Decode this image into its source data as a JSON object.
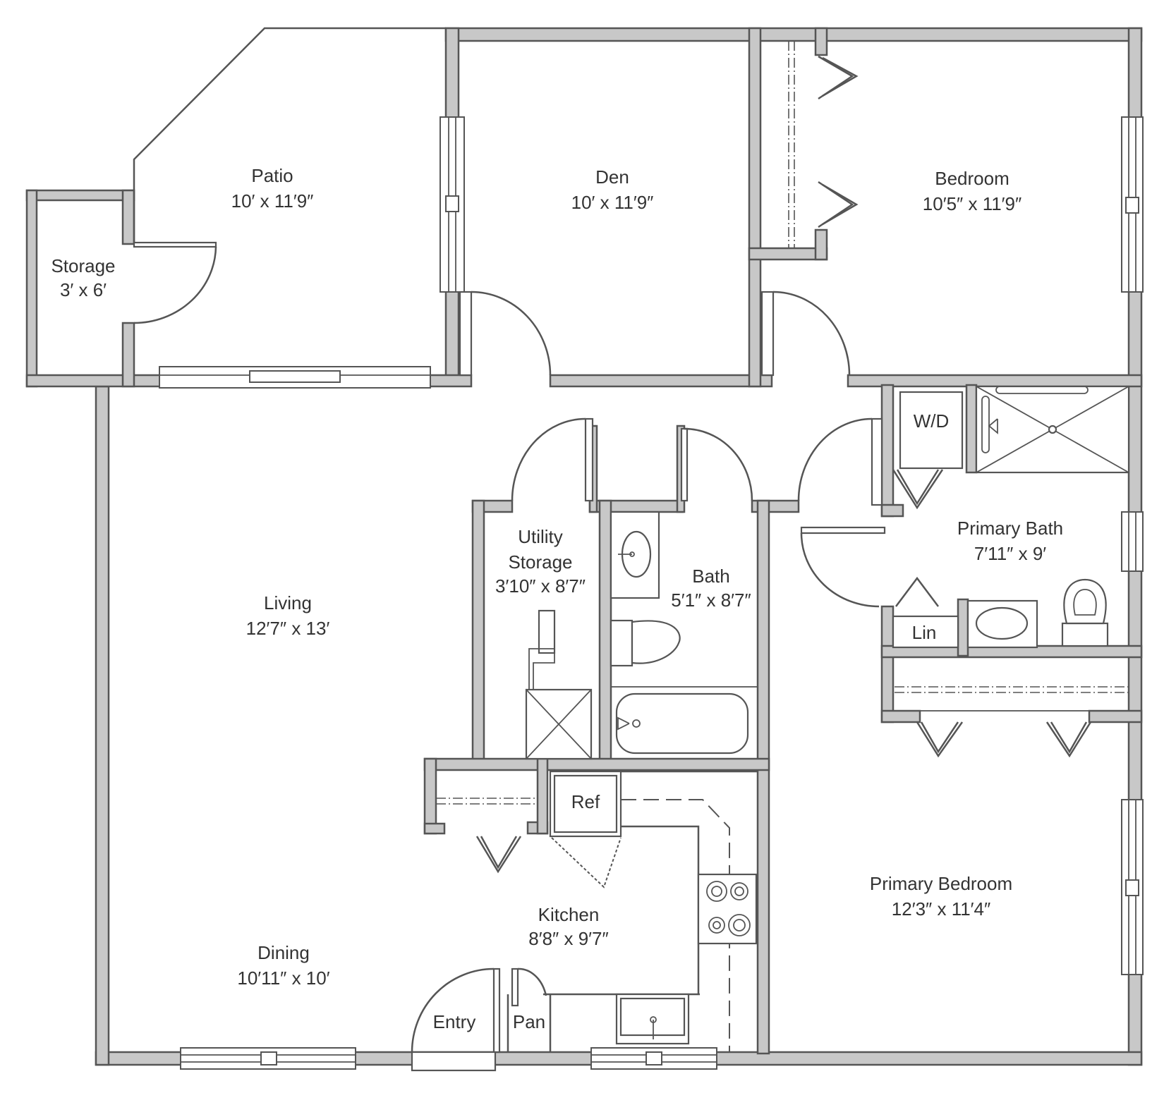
{
  "rooms": {
    "patio": {
      "name": "Patio",
      "size": "10′ x 11′9″"
    },
    "den": {
      "name": "Den",
      "size": "10′ x 11′9″"
    },
    "bedroom": {
      "name": "Bedroom",
      "size": "10′5″ x 11′9″"
    },
    "storage": {
      "name": "Storage",
      "size": "3′ x 6′"
    },
    "living": {
      "name": "Living",
      "size": "12′7″ x 13′"
    },
    "utility_storage": {
      "name_line1": "Utility",
      "name_line2": "Storage",
      "size": "3′10″ x 8′7″"
    },
    "bath": {
      "name": "Bath",
      "size": "5′1″ x 8′7″"
    },
    "primary_bath": {
      "name": "Primary Bath",
      "size": "7′11″ x 9′"
    },
    "primary_bedroom": {
      "name": "Primary Bedroom",
      "size": "12′3″ x 11′4″"
    },
    "kitchen": {
      "name": "Kitchen",
      "size": "8′8″ x 9′7″"
    },
    "dining": {
      "name": "Dining",
      "size": "10′11″ x 10′"
    }
  },
  "fixtures": {
    "wd": "W/D",
    "ref": "Ref",
    "lin": "Lin",
    "pan": "Pan",
    "entry": "Entry"
  },
  "style": {
    "wall_fill": "#c8c8c8",
    "line_color": "#555555",
    "text_color": "#333333"
  }
}
